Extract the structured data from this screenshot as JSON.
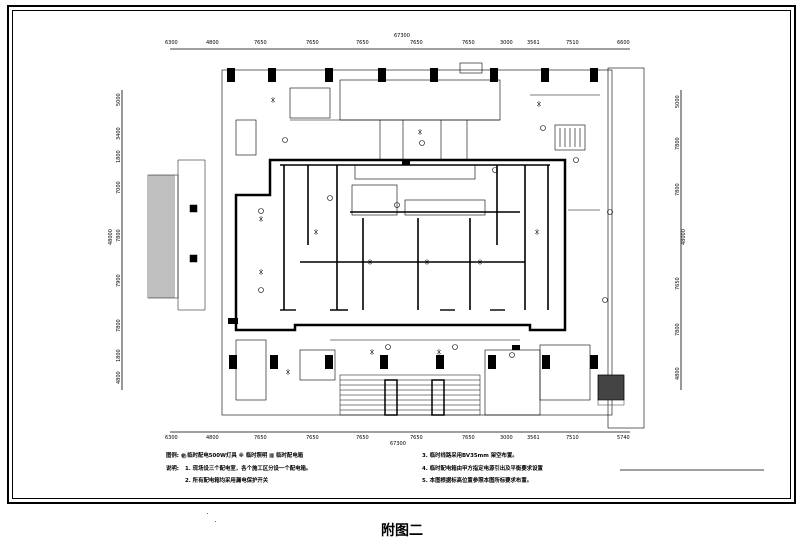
{
  "drawing": {
    "caption": "附图二",
    "top_total_dim": "67300",
    "bottom_total_dim": "67300",
    "top_dims": [
      "6300",
      "4800",
      "7650",
      "7650",
      "7650",
      "7650",
      "7650",
      "3000",
      "3561",
      "7510",
      "6600"
    ],
    "bottom_dims": [
      "6300",
      "4800",
      "7650",
      "7650",
      "7650",
      "7650",
      "7650",
      "3000",
      "3561",
      "7510",
      "5740"
    ],
    "left_dims": [
      "5000",
      "3400",
      "1800",
      "7000",
      "7800",
      "7900",
      "7800",
      "1800",
      "4800"
    ],
    "left_total": "48000",
    "right_dims": [
      "5000",
      "7800",
      "7800",
      "7650",
      "7800",
      "4800"
    ],
    "right_total": "48000"
  },
  "legend": {
    "line1": "图例:  ⊕ 临时配电500W灯具   ※ 临时照明   ▦ 临时配电箱",
    "notes_title": "说明:",
    "note1": "1. 现场设三个配电室，各个施工区分设一个配电箱。",
    "note2": "2. 所有配电箱均采用漏电保护开关",
    "note3": "3. 临时线路采用BV35mm 架空布置。",
    "note4": "4. 临时配电箱由甲方指定电源引出及平衡要求设置",
    "note5": "5. 本图根据标高位置参照本图所标要求布置。"
  }
}
